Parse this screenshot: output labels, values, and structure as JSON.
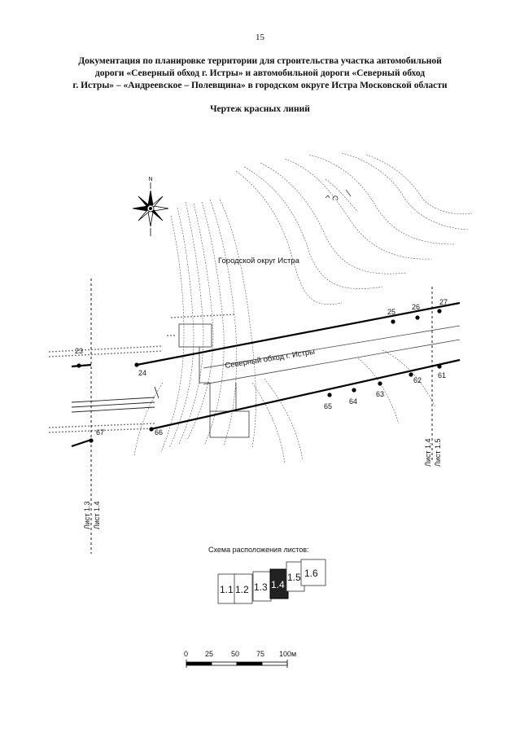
{
  "page_number": "15",
  "document_title": [
    "Документация по планировке территории для строительства участка автомобильной",
    "дороги «Северный обход г. Истры» и автомобильной дороги «Северный обход",
    "г. Истры» – «Андреевское – Полевщина» в городском округе Истра Московской области"
  ],
  "drawing_title": "Чертеж красных линий",
  "map": {
    "north_symbol": "N",
    "district_label": "Городской округ Истра",
    "road_label": "Северный обход г. Истры",
    "upper_points": [
      "23",
      "24",
      "25",
      "26",
      "27"
    ],
    "lower_points": [
      "67",
      "66",
      "65",
      "64",
      "63",
      "62",
      "61"
    ],
    "sheet_lines": {
      "left_top": "Лист 1.3",
      "left_bottom": "Лист 1.4",
      "right_top": "Лист 1.4",
      "right_bottom": "Лист 1.5"
    }
  },
  "layout_scheme": {
    "title": "Схема расположения листов:",
    "sheets": [
      "1.1",
      "1.2",
      "1.3",
      "1.4",
      "1.5",
      "1.6"
    ],
    "active_sheet": "1.4"
  },
  "scale_bar": {
    "ticks": [
      "0",
      "25",
      "50",
      "75",
      "100м"
    ]
  }
}
